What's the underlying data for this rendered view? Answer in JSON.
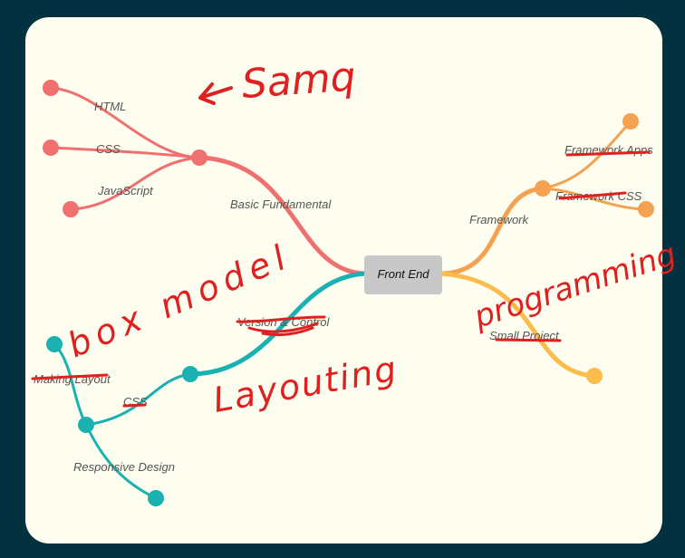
{
  "central": {
    "label": "Front End"
  },
  "branches": {
    "basic": {
      "label": "Basic Fundamental",
      "color": "#f07070",
      "children": [
        "HTML",
        "CSS",
        "JavaScript"
      ]
    },
    "framework": {
      "label": "Framework",
      "color": "#f4a251",
      "children": [
        "Framework Apps",
        "Framework CSS"
      ]
    },
    "version": {
      "label": "Version & Control",
      "color": "#1ab1b0",
      "sub": {
        "label": "CSS",
        "children": [
          "Making Layout",
          "Responsive Design"
        ]
      }
    },
    "small": {
      "label": "Small Project",
      "color": "#fbbc4b"
    }
  },
  "annotations": {
    "ink_color": "#e02020",
    "samq": "Samq",
    "box_model": "box model",
    "layouting": "Layouting",
    "programming": "programming"
  },
  "colors": {
    "background": "#033140",
    "card": "#fdfdf0",
    "central_box": "#c8c8c8"
  }
}
